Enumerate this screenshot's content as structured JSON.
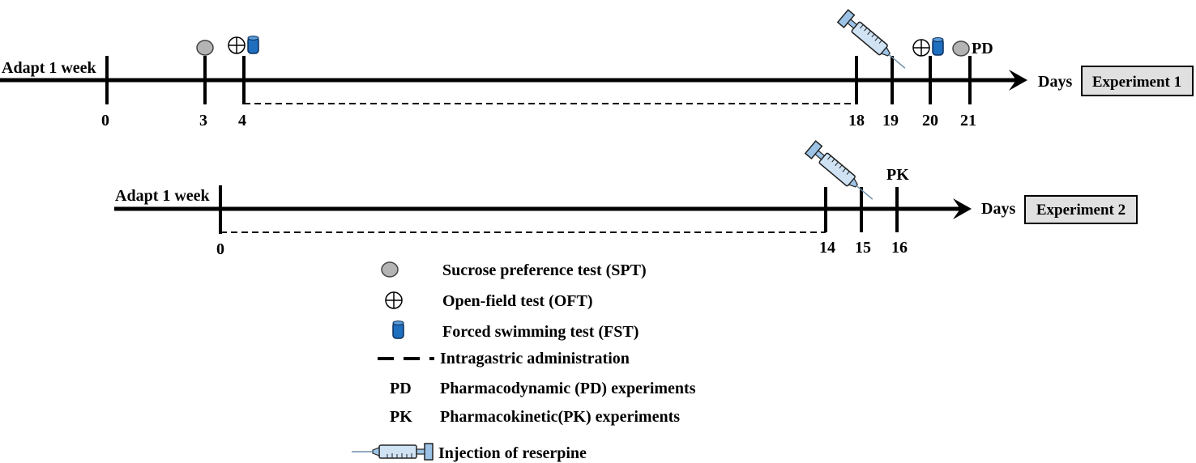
{
  "experiment1": {
    "adapt_label": "Adapt 1 week",
    "days_label": "Days",
    "box_label": "Experiment 1",
    "ticks": [
      "0",
      "3",
      "4",
      "18",
      "19",
      "20",
      "21"
    ],
    "pd_label": "PD"
  },
  "experiment2": {
    "adapt_label": "Adapt 1 week",
    "days_label": "Days",
    "box_label": "Experiment 2",
    "ticks": [
      "0",
      "14",
      "15",
      "16"
    ],
    "pk_label": "PK"
  },
  "legend": {
    "spt": "Sucrose preference test (SPT)",
    "oft": "Open-field test (OFT)",
    "fst": "Forced swimming test (FST)",
    "ig": "Intragastric administration",
    "pd_abbr": "PD",
    "pd": "Pharmacodynamic (PD) experiments",
    "pk_abbr": "PK",
    "pk": "Pharmacokinetic(PK) experiments",
    "inj": "Injection of reserpine"
  },
  "colors": {
    "spt_fill": "#b4b4b4",
    "fst_fill": "#1f6fc0",
    "box_fill": "#e0e0e0",
    "syringe_fill": "#cfe3f5"
  }
}
